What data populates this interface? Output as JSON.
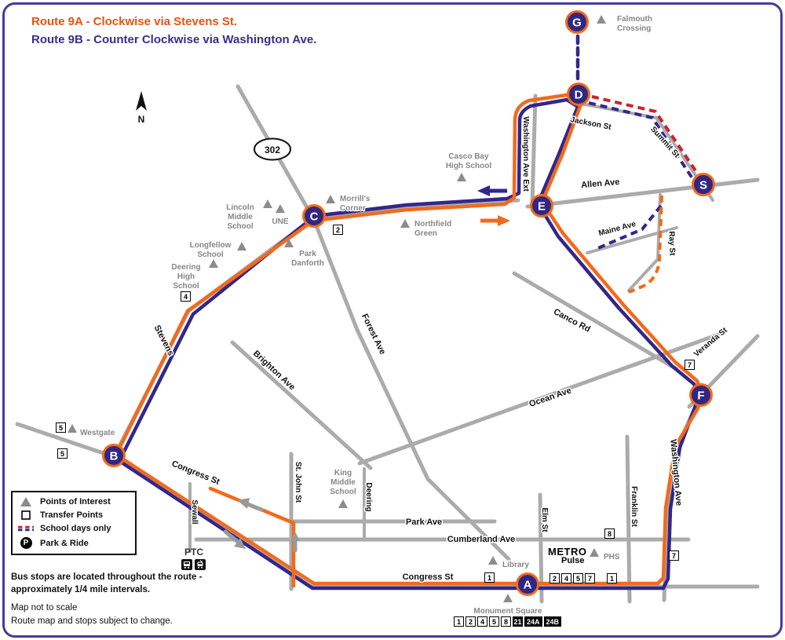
{
  "header": {
    "route_9a": "Route 9A - Clockwise via Stevens St.",
    "route_9b": "Route 9B - Counter Clockwise via Washington Ave."
  },
  "colors": {
    "route_9a_orange": "#F26A1B",
    "route_9b_purple": "#33268B",
    "school_day_red": "#C9252C",
    "road_gray": "#ABABAB",
    "stop_fill": "#312783",
    "poi_gray": "#8C8C8C",
    "frame_purple": "#473B9B"
  },
  "compass": {
    "n": "N"
  },
  "shield": {
    "label": "302"
  },
  "streets": {
    "jackson_st": "Jackson St",
    "summit_st": "Summit St",
    "allen_ave": "Allen Ave",
    "maine_ave": "Maine Ave",
    "ray_st": "Ray St",
    "washington_ave_ext": "Washington Ave Ext",
    "canco_rd": "Canco Rd",
    "veranda_st": "Veranda St",
    "ocean_ave": "Ocean Ave",
    "washington_ave": "Washington Ave",
    "franklin_st": "Franklin St",
    "elm_st": "Elm St",
    "forest_ave": "Forest Ave",
    "stevens": "Stevens",
    "brighton_ave": "Brighton Ave",
    "congress_st": "Congress St",
    "st_john_st": "St. John St",
    "sewall": "Sewall",
    "deering": "Deering",
    "park_ave": "Park Ave",
    "cumberland_ave": "Cumberland Ave"
  },
  "stops": {
    "G": "G",
    "D": "D",
    "C": "C",
    "E": "E",
    "S": "S",
    "B": "B",
    "A": "A",
    "F": "F"
  },
  "pois": {
    "falmouth": [
      "Falmouth",
      "Crossing"
    ],
    "casco_bay": [
      "Casco Bay",
      "High School"
    ],
    "morrills": [
      "Morrill's",
      "Corner"
    ],
    "northfield": [
      "Northfield",
      "Green"
    ],
    "une": [
      "UNE"
    ],
    "lincoln": [
      "Lincoln",
      "Middle",
      "School"
    ],
    "park_danforth": [
      "Park",
      "Danforth"
    ],
    "longfellow": [
      "Longfellow",
      "School"
    ],
    "deering_high": [
      "Deering",
      "High",
      "School"
    ],
    "westgate": [
      "Westgate"
    ],
    "king": [
      "King",
      "Middle",
      "School"
    ],
    "library": [
      "Library"
    ],
    "phs": [
      "PHS"
    ],
    "monument_square": [
      "Monument Square"
    ]
  },
  "transfers": {
    "c": "2",
    "deering": "4",
    "westgate_a": "5",
    "westgate_b": "5",
    "veranda": "7",
    "phs": "8",
    "washington": "7",
    "library": "1",
    "pulse_extra": "1",
    "pulse_row": [
      "2",
      "4",
      "5",
      "7"
    ],
    "monument_row": [
      "1",
      "2",
      "4",
      "5",
      "8",
      "21",
      "24A",
      "24B"
    ]
  },
  "metro": {
    "name": "METRO",
    "sub": "Pulse"
  },
  "ptc": {
    "label": "PTC"
  },
  "legend": {
    "points_of_interest": "Points of Interest",
    "transfer_points": "Transfer Points",
    "school_days": "School days only",
    "park_ride": "Park & Ride",
    "park_symbol": "P"
  },
  "notes": {
    "line1": "Bus stops are located throughout the route -",
    "line2": "approximately 1/4 mile intervals.",
    "line3": "Map not to scale",
    "line4": "Route map and stops subject to change."
  }
}
